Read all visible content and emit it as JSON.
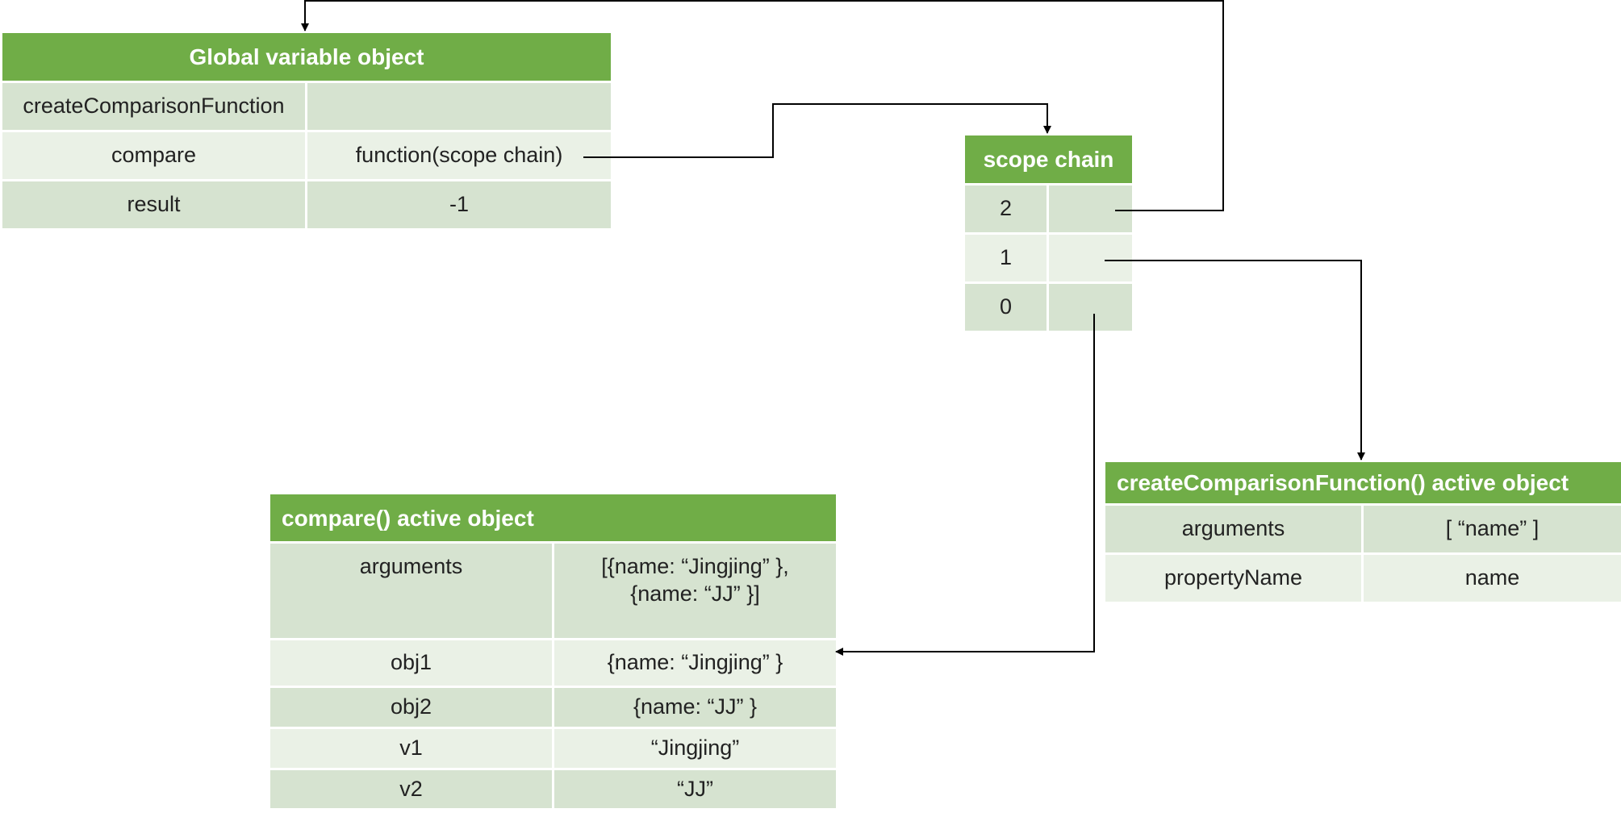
{
  "global": {
    "title": "Global variable object",
    "rows": [
      {
        "name": "createComparisonFunction",
        "value": ""
      },
      {
        "name": "compare",
        "value": "function(scope chain)"
      },
      {
        "name": "result",
        "value": "-1"
      }
    ]
  },
  "scope": {
    "title": "scope chain",
    "rows": [
      {
        "index": "2",
        "value": ""
      },
      {
        "index": "1",
        "value": ""
      },
      {
        "index": "0",
        "value": ""
      }
    ]
  },
  "ccf": {
    "title": "createComparisonFunction() active object",
    "rows": [
      {
        "name": "arguments",
        "value": "[ “name” ]"
      },
      {
        "name": "propertyName",
        "value": "name"
      }
    ]
  },
  "compare": {
    "title": "compare() active object",
    "rows": [
      {
        "name": "arguments",
        "value_line1": "[{name: “Jingjing” },",
        "value_line2": "{name: “JJ” }]"
      },
      {
        "name": "obj1",
        "value": "{name: “Jingjing” }"
      },
      {
        "name": "obj2",
        "value": "{name: “JJ” }"
      },
      {
        "name": "v1",
        "value": "“Jingjing”"
      },
      {
        "name": "v2",
        "value": "“JJ”"
      }
    ]
  },
  "colors": {
    "header": "#70ad47",
    "row_dark": "#d6e3d0",
    "row_light": "#eaf1e6",
    "line": "#000000"
  }
}
